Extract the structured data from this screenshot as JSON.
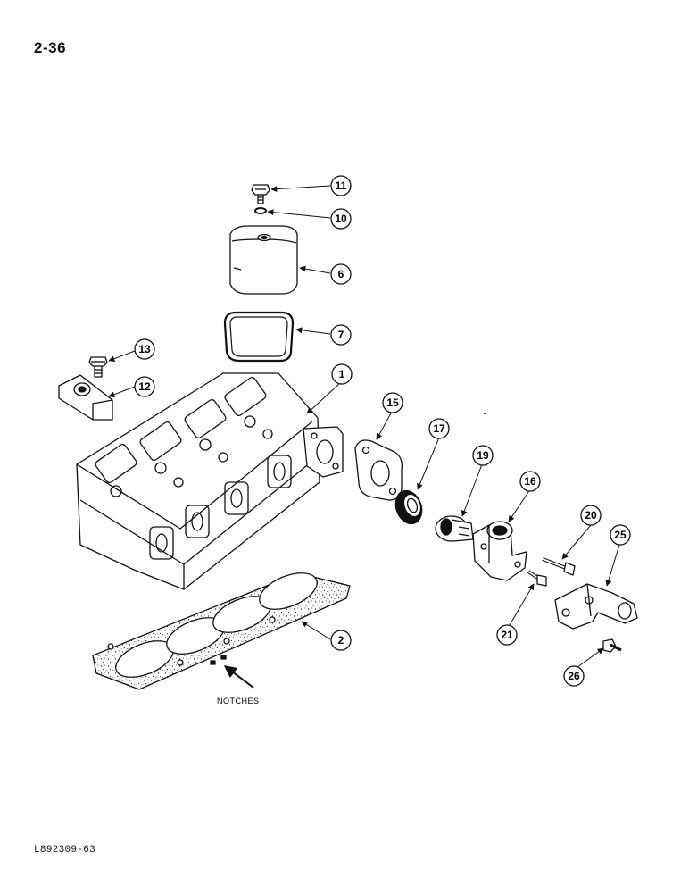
{
  "page": {
    "number": "2-36",
    "footer_code": "L892309-63"
  },
  "diagram": {
    "notches_label": "NOTCHES",
    "callouts": [
      {
        "id": "callout-11",
        "label": "11",
        "part": "bolt"
      },
      {
        "id": "callout-10",
        "label": "10",
        "part": "washer"
      },
      {
        "id": "callout-6",
        "label": "6",
        "part": "cover"
      },
      {
        "id": "callout-7",
        "label": "7",
        "part": "gasket"
      },
      {
        "id": "callout-13",
        "label": "13",
        "part": "bolt"
      },
      {
        "id": "callout-12",
        "label": "12",
        "part": "lifting-bracket"
      },
      {
        "id": "callout-1",
        "label": "1",
        "part": "cylinder-head"
      },
      {
        "id": "callout-15",
        "label": "15",
        "part": "gasket"
      },
      {
        "id": "callout-17",
        "label": "17",
        "part": "seal"
      },
      {
        "id": "callout-19",
        "label": "19",
        "part": "thermostat"
      },
      {
        "id": "callout-16",
        "label": "16",
        "part": "water-outlet"
      },
      {
        "id": "callout-20",
        "label": "20",
        "part": "bolt"
      },
      {
        "id": "callout-25",
        "label": "25",
        "part": "bracket"
      },
      {
        "id": "callout-21",
        "label": "21",
        "part": "bolt"
      },
      {
        "id": "callout-26",
        "label": "26",
        "part": "bolt"
      },
      {
        "id": "callout-2",
        "label": "2",
        "part": "head-gasket"
      }
    ]
  }
}
